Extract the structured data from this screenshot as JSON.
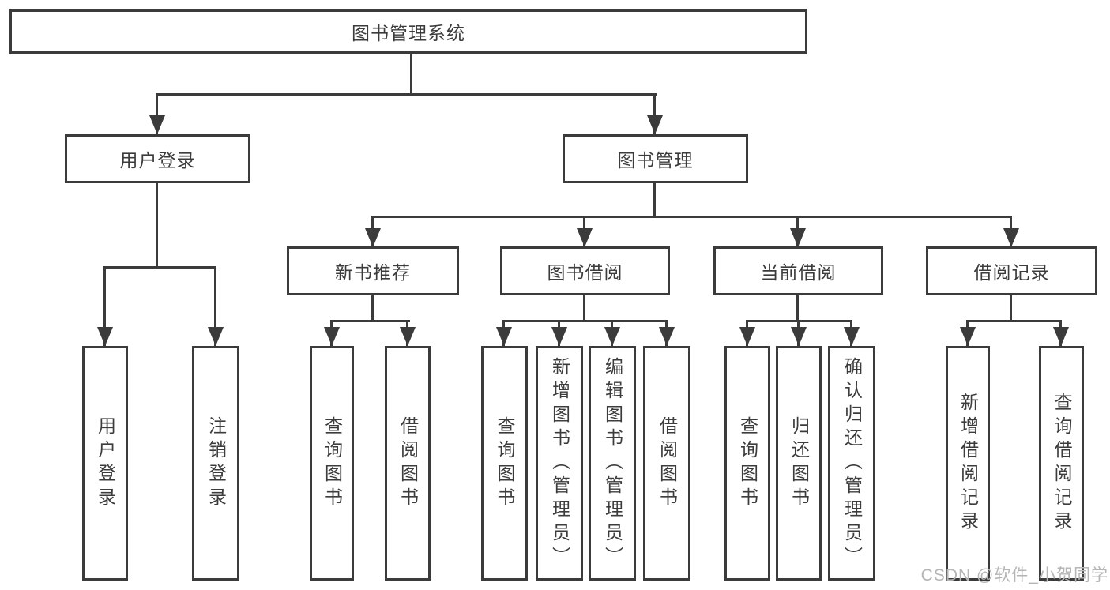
{
  "tree": {
    "label": "图书管理系统",
    "children": [
      {
        "label": "用户登录",
        "children": [
          {
            "label": "用户登录"
          },
          {
            "label": "注销登录"
          }
        ]
      },
      {
        "label": "图书管理",
        "children": [
          {
            "label": "新书推荐",
            "children": [
              {
                "label": "查询图书"
              },
              {
                "label": "借阅图书"
              }
            ]
          },
          {
            "label": "图书借阅",
            "children": [
              {
                "label": "查询图书"
              },
              {
                "label": "新增图书（管理员）"
              },
              {
                "label": "编辑图书（管理员）"
              },
              {
                "label": "借阅图书"
              }
            ]
          },
          {
            "label": "当前借阅",
            "children": [
              {
                "label": "查询图书"
              },
              {
                "label": "归还图书"
              },
              {
                "label": "确认归还（管理员）"
              }
            ]
          },
          {
            "label": "借阅记录",
            "children": [
              {
                "label": "新增借阅记录"
              },
              {
                "label": "查询借阅记录"
              }
            ]
          }
        ]
      }
    ]
  },
  "watermark": {
    "text": "CSDN @软件_小贺同学"
  },
  "colors": {
    "line": "#3b3b3b",
    "text": "#3c3c3c",
    "background": "#ffffff",
    "watermark": "#b5b5b5"
  }
}
